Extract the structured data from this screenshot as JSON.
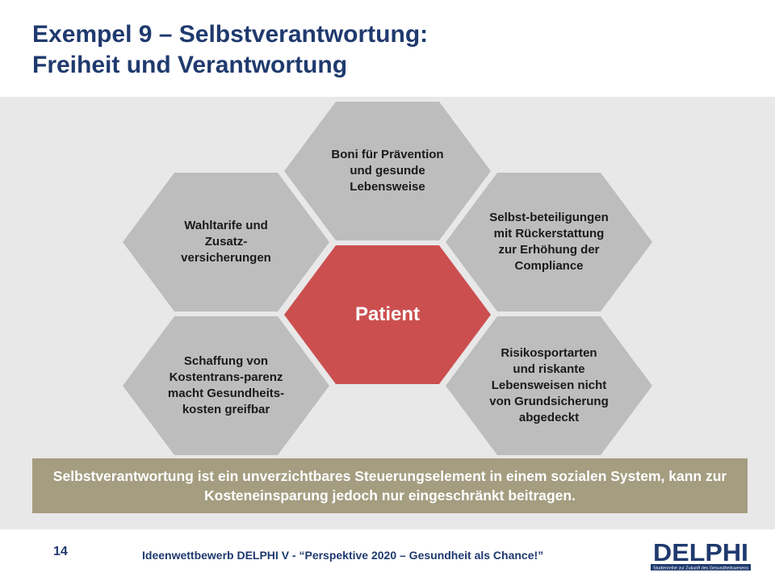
{
  "title": {
    "line1": "Exempel 9 – Selbstverantwortung:",
    "line2": "Freiheit und Verantwortung"
  },
  "hexagons": {
    "center": "Patient",
    "top": "Boni für Prävention und gesunde Lebensweise",
    "upper_left": "Wahltarife und Zusatz-versicherungen",
    "upper_right": "Selbst-beteiligungen mit Rückerstattung zur Erhöhung der Compliance",
    "lower_left": "Schaffung von Kostentrans-parenz macht Gesundheits-kosten greifbar",
    "lower_right": "Risikosportarten und riskante Lebensweisen nicht von Grundsicherung abgedeckt"
  },
  "summary": "Selbstverantwortung ist ein unverzichtbares Steuerungselement in einem sozialen System, kann zur Kosteneinsparung jedoch nur eingeschränkt beitragen.",
  "footer": {
    "page_number": "14",
    "text": "Ideenwettbewerb DELPHI V - “Perspektive 2020 – Gesundheit als Chance!”"
  },
  "logo": {
    "wordmark": "DELPHI",
    "tagline": "Studienreihe zur Zukunft des Gesundheitswesens"
  },
  "colors": {
    "title": "#1f3a6e",
    "band": "#e8e8e8",
    "hex_grey": "#bdbdbd",
    "hex_center": "#cc4f50",
    "summary_bg": "#a49d80"
  }
}
